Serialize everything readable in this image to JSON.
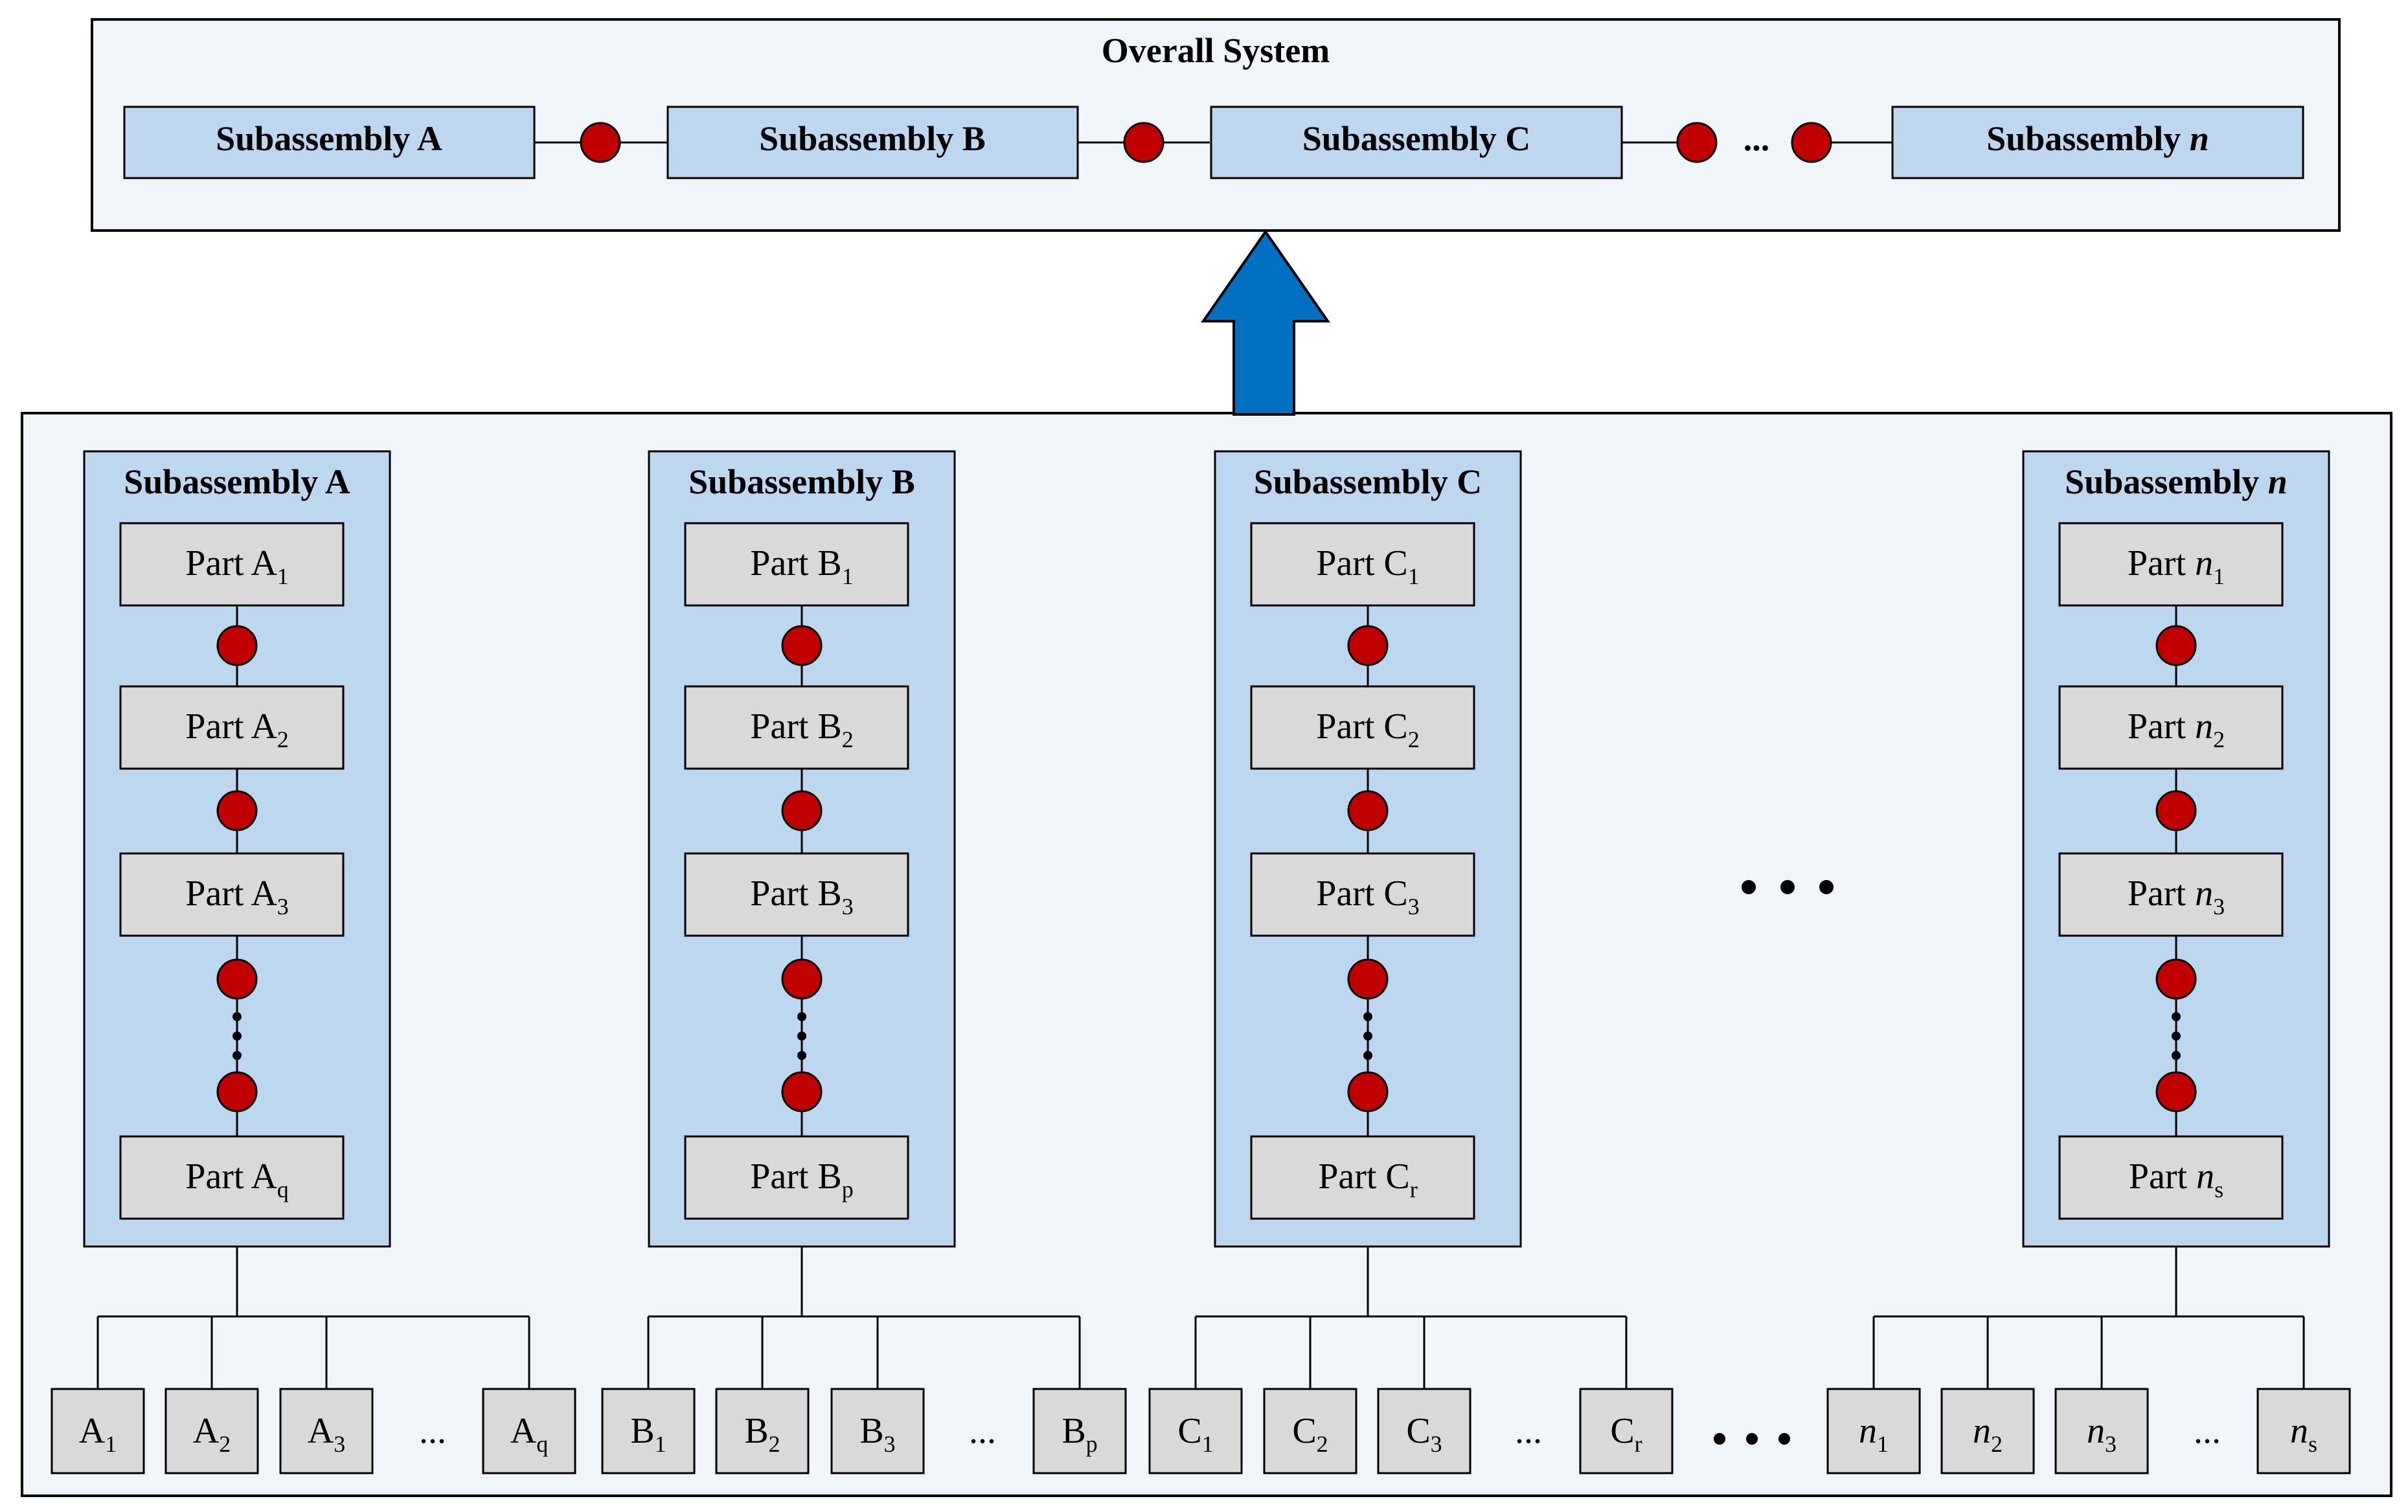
{
  "top": {
    "title": "Overall System",
    "subassemblies": [
      {
        "name": "Subassembly A",
        "italic_suffix": ""
      },
      {
        "name": "Subassembly B",
        "italic_suffix": ""
      },
      {
        "name": "Subassembly C",
        "italic_suffix": ""
      },
      {
        "name": "Subassembly ",
        "italic_suffix": "n"
      }
    ],
    "ellipsis": "..."
  },
  "columns": [
    {
      "title": "Subassembly A",
      "title_italic": "",
      "parts": [
        {
          "prefix": "Part A",
          "italic": "",
          "sub": "1"
        },
        {
          "prefix": "Part A",
          "italic": "",
          "sub": "2"
        },
        {
          "prefix": "Part A",
          "italic": "",
          "sub": "3"
        },
        {
          "prefix": "Part A",
          "italic": "",
          "sub": "q"
        }
      ],
      "leaves": [
        {
          "prefix": "A",
          "italic": "",
          "sub": "1"
        },
        {
          "prefix": "A",
          "italic": "",
          "sub": "2"
        },
        {
          "prefix": "A",
          "italic": "",
          "sub": "3"
        },
        {
          "prefix": "A",
          "italic": "",
          "sub": "q"
        }
      ]
    },
    {
      "title": "Subassembly B",
      "title_italic": "",
      "parts": [
        {
          "prefix": "Part B",
          "italic": "",
          "sub": "1"
        },
        {
          "prefix": "Part B",
          "italic": "",
          "sub": "2"
        },
        {
          "prefix": "Part B",
          "italic": "",
          "sub": "3"
        },
        {
          "prefix": "Part B",
          "italic": "",
          "sub": "p"
        }
      ],
      "leaves": [
        {
          "prefix": "B",
          "italic": "",
          "sub": "1"
        },
        {
          "prefix": "B",
          "italic": "",
          "sub": "2"
        },
        {
          "prefix": "B",
          "italic": "",
          "sub": "3"
        },
        {
          "prefix": "B",
          "italic": "",
          "sub": "p"
        }
      ]
    },
    {
      "title": "Subassembly C",
      "title_italic": "",
      "parts": [
        {
          "prefix": "Part C",
          "italic": "",
          "sub": "1"
        },
        {
          "prefix": "Part C",
          "italic": "",
          "sub": "2"
        },
        {
          "prefix": "Part C",
          "italic": "",
          "sub": "3"
        },
        {
          "prefix": "Part C",
          "italic": "",
          "sub": "r"
        }
      ],
      "leaves": [
        {
          "prefix": "C",
          "italic": "",
          "sub": "1"
        },
        {
          "prefix": "C",
          "italic": "",
          "sub": "2"
        },
        {
          "prefix": "C",
          "italic": "",
          "sub": "3"
        },
        {
          "prefix": "C",
          "italic": "",
          "sub": "r"
        }
      ]
    },
    {
      "title": "Subassembly ",
      "title_italic": "n",
      "parts": [
        {
          "prefix": "Part ",
          "italic": "n",
          "sub": "1"
        },
        {
          "prefix": "Part ",
          "italic": "n",
          "sub": "2"
        },
        {
          "prefix": "Part ",
          "italic": "n",
          "sub": "3"
        },
        {
          "prefix": "Part ",
          "italic": "n",
          "sub": "s"
        }
      ],
      "leaves": [
        {
          "prefix": "",
          "italic": "n",
          "sub": "1"
        },
        {
          "prefix": "",
          "italic": "n",
          "sub": "2"
        },
        {
          "prefix": "",
          "italic": "n",
          "sub": "3"
        },
        {
          "prefix": "",
          "italic": "n",
          "sub": "s"
        }
      ]
    }
  ],
  "ellipsis": "...",
  "colors": {
    "panel_bg": "#f0f5fa",
    "subassembly_fill": "#bdd7ee",
    "part_fill": "#d9d9d9",
    "joint_red": "#c00000",
    "arrow_blue": "#0070c0",
    "stroke": "#000000"
  }
}
